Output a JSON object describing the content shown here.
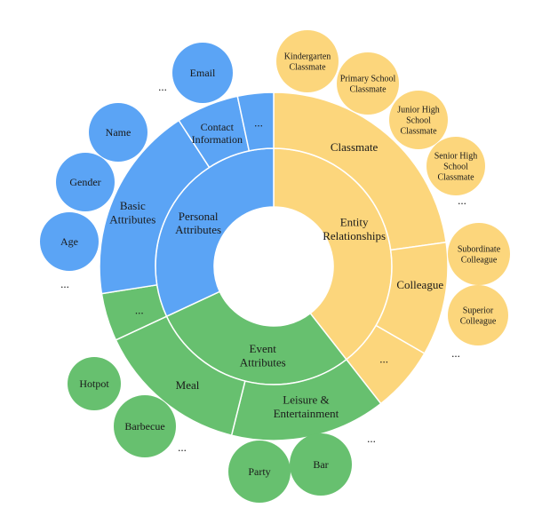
{
  "colors": {
    "personal": "#5ba4f5",
    "entity": "#fcd67c",
    "event": "#67c06f",
    "background": "#ffffff"
  },
  "inner_ring": [
    {
      "id": "entity",
      "lines": [
        "Entity",
        "Relationships"
      ],
      "color": "entity"
    },
    {
      "id": "event",
      "lines": [
        "Event",
        "Attributes"
      ],
      "color": "event"
    },
    {
      "id": "personal",
      "lines": [
        "Personal",
        "Attributes"
      ],
      "color": "personal"
    }
  ],
  "outer_ring": [
    {
      "id": "classmate",
      "lines": [
        "Classmate"
      ],
      "color": "entity"
    },
    {
      "id": "colleague",
      "lines": [
        "Colleague"
      ],
      "color": "entity"
    },
    {
      "id": "entity-more",
      "lines": [
        "..."
      ],
      "color": "entity"
    },
    {
      "id": "leisure",
      "lines": [
        "Leisure &",
        "Entertainment"
      ],
      "color": "event"
    },
    {
      "id": "meal",
      "lines": [
        "Meal"
      ],
      "color": "event"
    },
    {
      "id": "event-more",
      "lines": [
        "..."
      ],
      "color": "event"
    },
    {
      "id": "basic",
      "lines": [
        "Basic",
        "Attributes"
      ],
      "color": "personal"
    },
    {
      "id": "contact",
      "lines": [
        "Contact",
        "Information"
      ],
      "color": "personal"
    },
    {
      "id": "personal-more",
      "lines": [
        "..."
      ],
      "color": "personal"
    }
  ],
  "leaves": [
    {
      "id": "kindergarten",
      "lines": [
        "Kindergarten",
        "Classmate"
      ],
      "color": "entity"
    },
    {
      "id": "primary",
      "lines": [
        "Primary School",
        "Classmate"
      ],
      "color": "entity"
    },
    {
      "id": "junior",
      "lines": [
        "Junior High",
        "School",
        "Classmate"
      ],
      "color": "entity"
    },
    {
      "id": "senior",
      "lines": [
        "Senior High",
        "School",
        "Classmate"
      ],
      "color": "entity"
    },
    {
      "id": "subordinate",
      "lines": [
        "Subordinate",
        "Colleague"
      ],
      "color": "entity"
    },
    {
      "id": "superior",
      "lines": [
        "Superior",
        "Colleague"
      ],
      "color": "entity"
    },
    {
      "id": "bar",
      "lines": [
        "Bar"
      ],
      "color": "event"
    },
    {
      "id": "party",
      "lines": [
        "Party"
      ],
      "color": "event"
    },
    {
      "id": "barbecue",
      "lines": [
        "Barbecue"
      ],
      "color": "event"
    },
    {
      "id": "hotpot",
      "lines": [
        "Hotpot"
      ],
      "color": "event"
    },
    {
      "id": "age",
      "lines": [
        "Age"
      ],
      "color": "personal"
    },
    {
      "id": "gender",
      "lines": [
        "Gender"
      ],
      "color": "personal"
    },
    {
      "id": "name",
      "lines": [
        "Name"
      ],
      "color": "personal"
    },
    {
      "id": "email",
      "lines": [
        "Email"
      ],
      "color": "personal"
    }
  ],
  "ellipses": [
    {
      "id": "after-senior",
      "text": "..."
    },
    {
      "id": "after-superior",
      "text": "..."
    },
    {
      "id": "after-bar",
      "text": "..."
    },
    {
      "id": "after-barbecue",
      "text": "..."
    },
    {
      "id": "after-age",
      "text": "..."
    },
    {
      "id": "before-email",
      "text": "..."
    }
  ]
}
